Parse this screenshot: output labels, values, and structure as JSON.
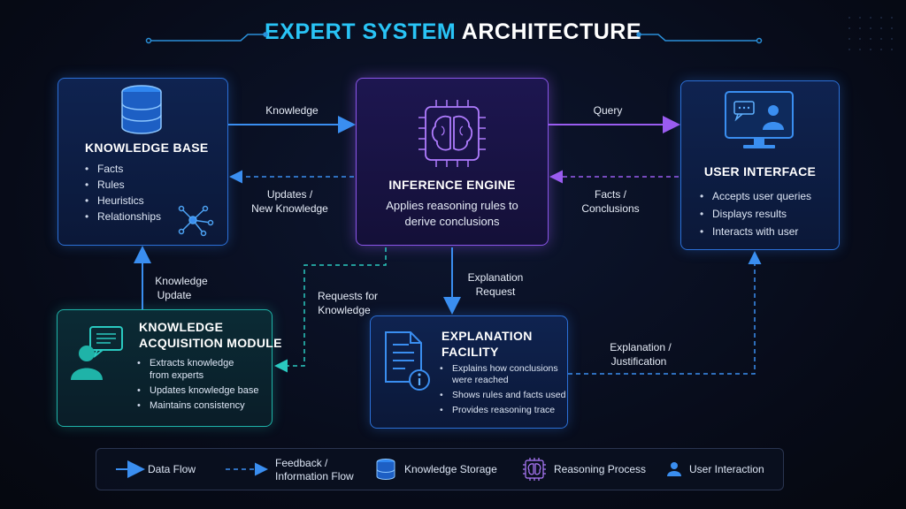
{
  "title": {
    "part1": "EXPERT SYSTEM",
    "part2": "ARCHITECTURE"
  },
  "knowledge_base": {
    "title": "KNOWLEDGE BASE",
    "items": [
      "Facts",
      "Rules",
      "Heuristics",
      "Relationships"
    ]
  },
  "inference_engine": {
    "title": "INFERENCE ENGINE",
    "desc_line1": "Applies reasoning rules to",
    "desc_line2": "derive conclusions"
  },
  "user_interface": {
    "title": "USER INTERFACE",
    "items": [
      "Accepts user queries",
      "Displays results",
      "Interacts with user"
    ]
  },
  "knowledge_acquisition": {
    "title_line1": "KNOWLEDGE",
    "title_line2": "ACQUISITION MODULE",
    "items": [
      "Extracts knowledge",
      "from experts",
      "Updates knowledge base",
      "Maintains consistency"
    ]
  },
  "explanation_facility": {
    "title_line1": "EXPLANATION",
    "title_line2": "FACILITY",
    "items": [
      "Explains how conclusions",
      "were reached",
      "Shows rules and facts used",
      "Provides reasoning trace"
    ]
  },
  "arrows": {
    "knowledge": "Knowledge",
    "updates_1": "Updates /",
    "updates_2": "New Knowledge",
    "query": "Query",
    "facts_1": "Facts /",
    "facts_2": "Conclusions",
    "ku_1": "Knowledge",
    "ku_2": "Update",
    "req_1": "Requests for",
    "req_2": "Knowledge",
    "expreq_1": "Explanation",
    "expreq_2": "Request",
    "expjust_1": "Explanation /",
    "expjust_2": "Justification"
  },
  "legend": {
    "data_flow": "Data Flow",
    "feedback_1": "Feedback /",
    "feedback_2": "Information Flow",
    "storage": "Knowledge Storage",
    "reasoning": "Reasoning Process",
    "interaction": "User Interaction"
  },
  "colors": {
    "accent_cyan": "#29c4f6",
    "blue": "#3a8ef0",
    "purple": "#9a5cf0",
    "teal": "#1fb3a8"
  }
}
